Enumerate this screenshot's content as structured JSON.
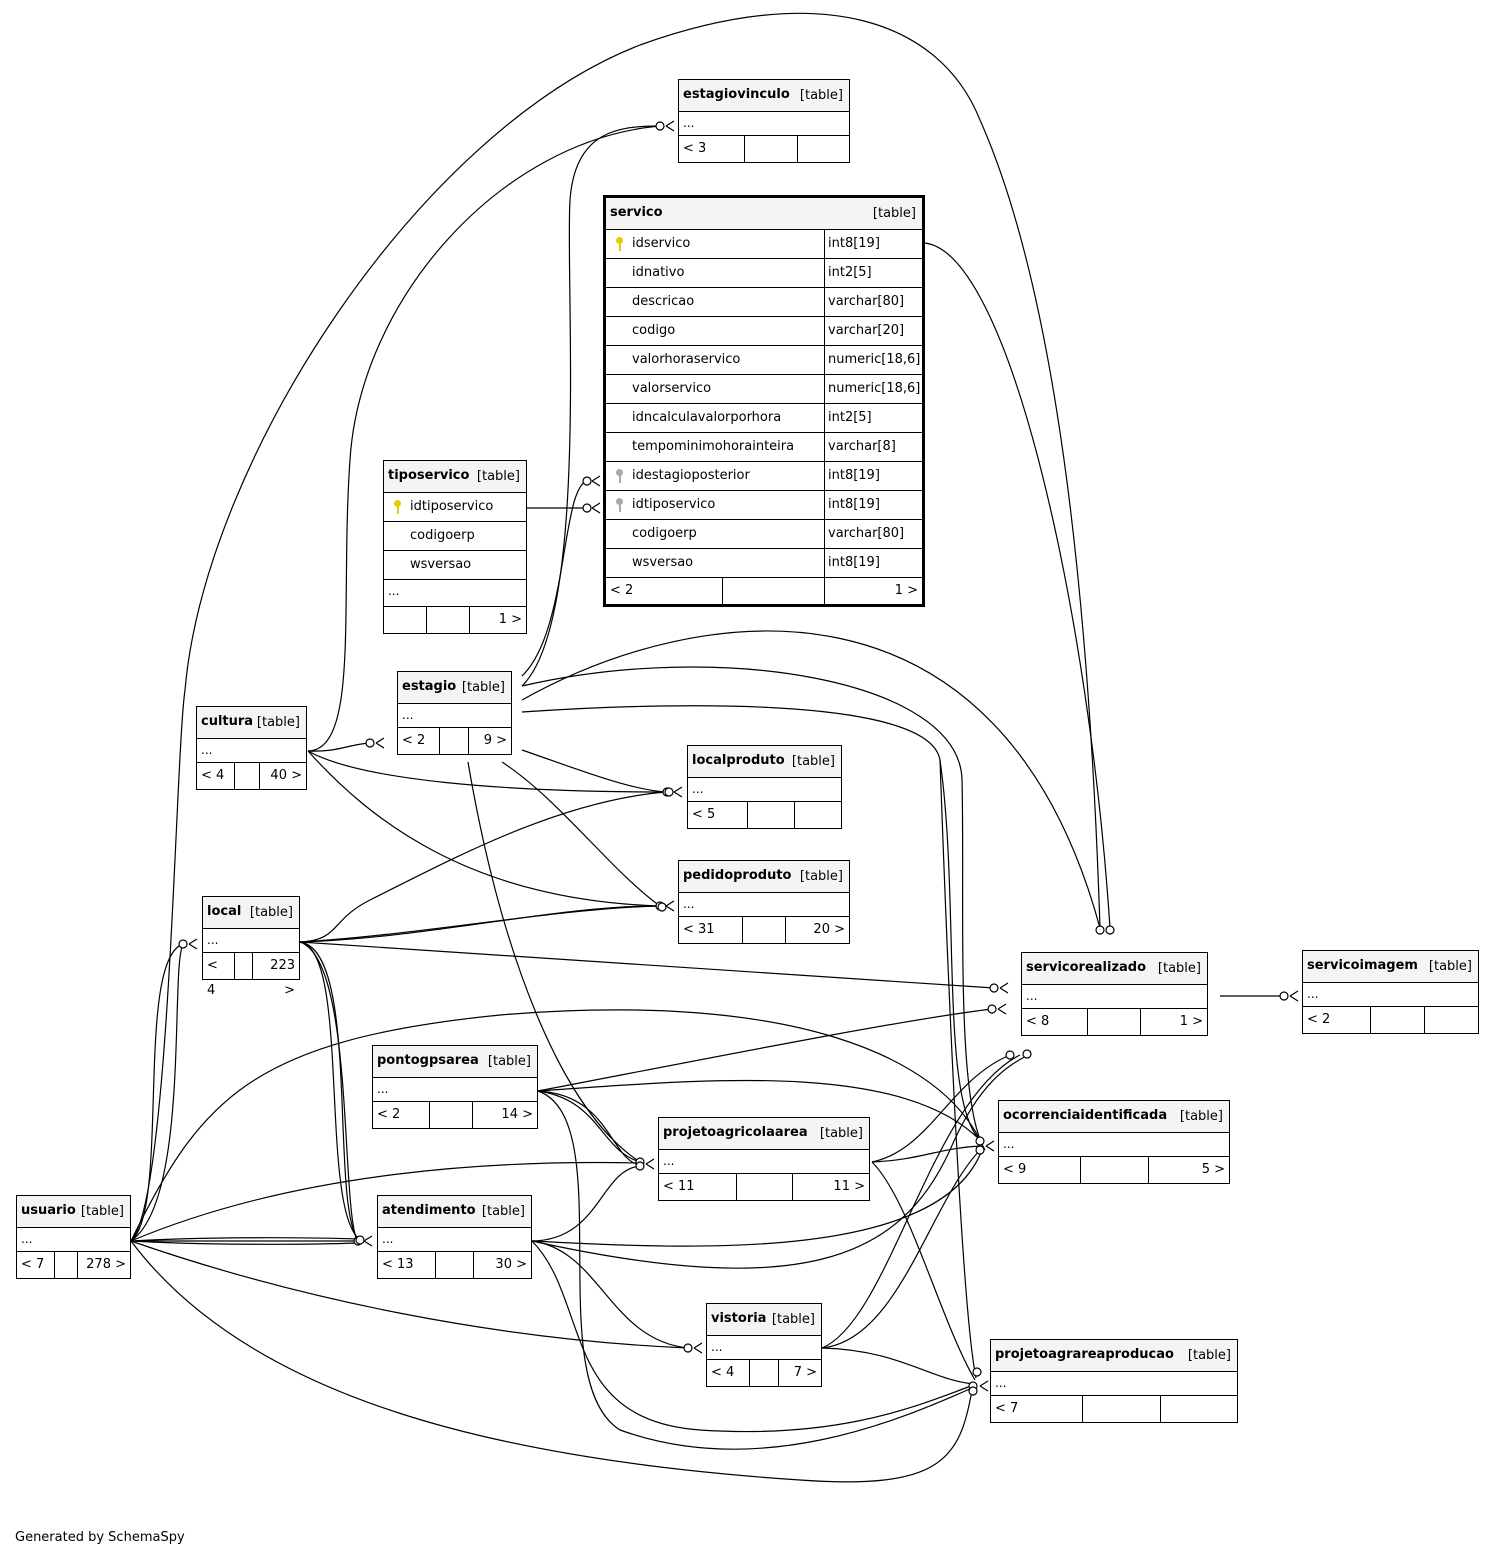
{
  "footer": "Generated by SchemaSpy",
  "table_tag": "[table]",
  "tables": {
    "estagiovinculo": {
      "name": "estagiovinculo",
      "ellipsis": "...",
      "parents": "< 3",
      "children": ""
    },
    "servico": {
      "name": "servico",
      "columns": [
        {
          "name": "idservico",
          "type": "int8[19]",
          "key": "pk"
        },
        {
          "name": "idnativo",
          "type": "int2[5]",
          "key": ""
        },
        {
          "name": "descricao",
          "type": "varchar[80]",
          "key": ""
        },
        {
          "name": "codigo",
          "type": "varchar[20]",
          "key": ""
        },
        {
          "name": "valorhoraservico",
          "type": "numeric[18,6]",
          "key": ""
        },
        {
          "name": "valorservico",
          "type": "numeric[18,6]",
          "key": ""
        },
        {
          "name": "idncalculavalorporhora",
          "type": "int2[5]",
          "key": ""
        },
        {
          "name": "tempominimohorainteira",
          "type": "varchar[8]",
          "key": ""
        },
        {
          "name": "idestagioposterior",
          "type": "int8[19]",
          "key": "fk"
        },
        {
          "name": "idtiposervico",
          "type": "int8[19]",
          "key": "fk"
        },
        {
          "name": "codigoerp",
          "type": "varchar[80]",
          "key": ""
        },
        {
          "name": "wsversao",
          "type": "int8[19]",
          "key": ""
        }
      ],
      "parents": "< 2",
      "children": "1 >"
    },
    "tiposervico": {
      "name": "tiposervico",
      "columns": [
        {
          "name": "idtiposervico",
          "key": "pk"
        },
        {
          "name": "codigoerp",
          "key": ""
        },
        {
          "name": "wsversao",
          "key": ""
        }
      ],
      "ellipsis": "...",
      "parents": "",
      "children": "1 >"
    },
    "estagio": {
      "name": "estagio",
      "ellipsis": "...",
      "parents": "< 2",
      "children": "9 >"
    },
    "cultura": {
      "name": "cultura",
      "ellipsis": "...",
      "parents": "< 4",
      "children": "40 >"
    },
    "localproduto": {
      "name": "localproduto",
      "ellipsis": "...",
      "parents": "< 5",
      "children": ""
    },
    "pedidoproduto": {
      "name": "pedidoproduto",
      "ellipsis": "...",
      "parents": "< 31",
      "children": "20 >"
    },
    "local": {
      "name": "local",
      "ellipsis": "...",
      "parents": "< 4",
      "children": "223 >"
    },
    "servicorealizado": {
      "name": "servicorealizado",
      "ellipsis": "...",
      "parents": "< 8",
      "children": "1 >"
    },
    "servicoimagem": {
      "name": "servicoimagem",
      "ellipsis": "...",
      "parents": "< 2",
      "children": ""
    },
    "pontogpsarea": {
      "name": "pontogpsarea",
      "ellipsis": "...",
      "parents": "< 2",
      "children": "14 >"
    },
    "projetoagricolaarea": {
      "name": "projetoagricolaarea",
      "ellipsis": "...",
      "parents": "< 11",
      "children": "11 >"
    },
    "ocorrenciaidentificada": {
      "name": "ocorrenciaidentificada",
      "ellipsis": "...",
      "parents": "< 9",
      "children": "5 >"
    },
    "usuario": {
      "name": "usuario",
      "ellipsis": "...",
      "parents": "< 7",
      "children": "278 >"
    },
    "atendimento": {
      "name": "atendimento",
      "ellipsis": "...",
      "parents": "< 13",
      "children": "30 >"
    },
    "vistoria": {
      "name": "vistoria",
      "ellipsis": "...",
      "parents": "< 4",
      "children": "7 >"
    },
    "projetoagrareaproducao": {
      "name": "projetoagrareaproducao",
      "ellipsis": "...",
      "parents": "< 7",
      "children": ""
    }
  },
  "relationships": [
    {
      "from": "tiposervico.idtiposervico",
      "to": "servico.idtiposervico"
    },
    {
      "from": "estagio",
      "to": "servico.idestagioposterior"
    },
    {
      "from": "servico.idservico",
      "to": "servicorealizado"
    },
    {
      "from": "servicorealizado",
      "to": "servicoimagem"
    },
    {
      "from": "cultura",
      "to": "estagio"
    },
    {
      "from": "cultura",
      "to": "estagiovinculo"
    },
    {
      "from": "estagio",
      "to": "estagiovinculo"
    },
    {
      "from": "usuario",
      "to": "servicorealizado"
    },
    {
      "from": "estagio",
      "to": "localproduto"
    },
    {
      "from": "estagio",
      "to": "pedidoproduto"
    },
    {
      "from": "local",
      "to": "localproduto"
    },
    {
      "from": "local",
      "to": "pedidoproduto"
    },
    {
      "from": "local",
      "to": "servicorealizado"
    },
    {
      "from": "usuario",
      "to": "local"
    },
    {
      "from": "pontogpsarea",
      "to": "projetoagricolaarea"
    },
    {
      "from": "projetoagricolaarea",
      "to": "ocorrenciaidentificada"
    },
    {
      "from": "usuario",
      "to": "atendimento"
    },
    {
      "from": "atendimento",
      "to": "vistoria"
    },
    {
      "from": "vistoria",
      "to": "projetoagrareaproducao"
    }
  ]
}
